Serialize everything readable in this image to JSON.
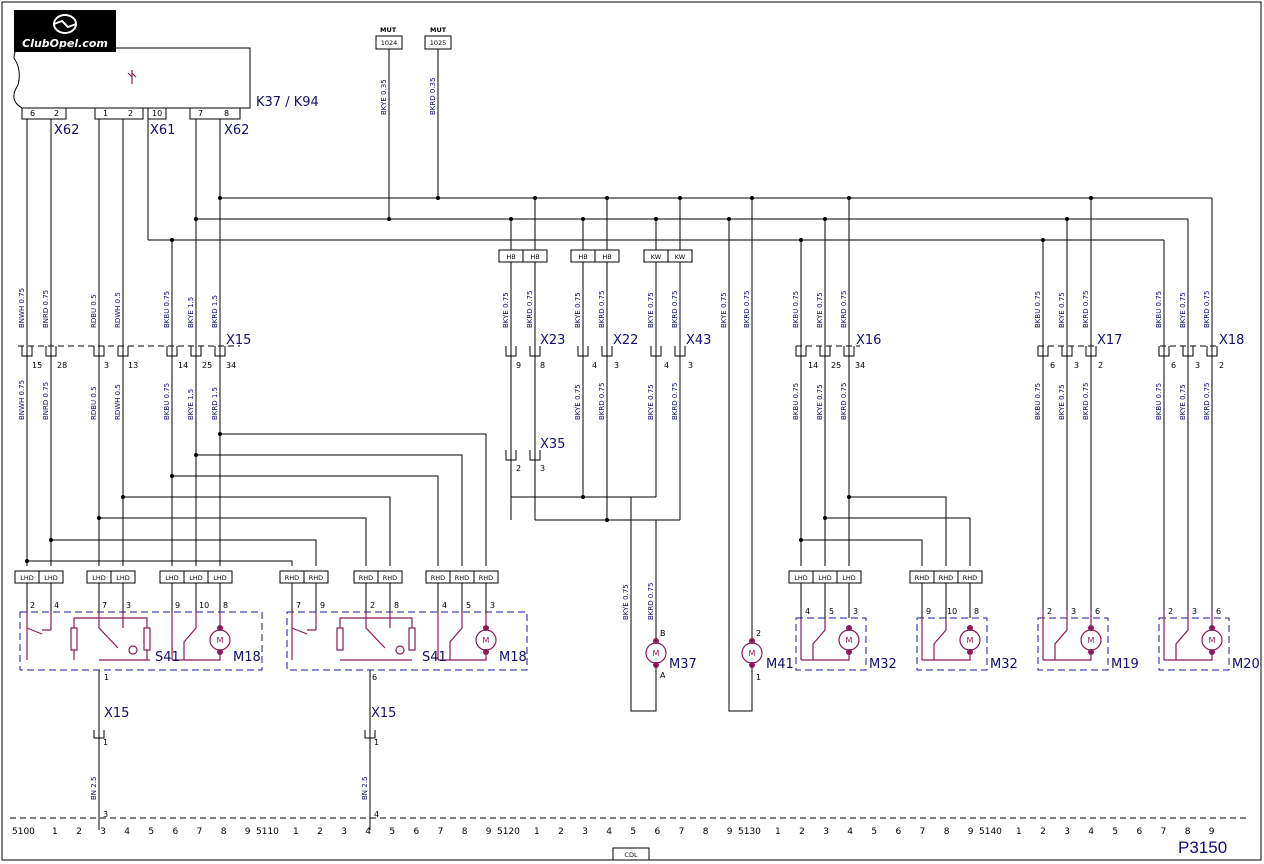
{
  "logo_text": "ClubOpel.com",
  "control_unit": {
    "id": "K37 / K94"
  },
  "connectors": {
    "x62": "X62",
    "x61": "X61",
    "x15": "X15",
    "x23": "X23",
    "x22": "X22",
    "x43": "X43",
    "x16": "X16",
    "x17": "X17",
    "x18": "X18",
    "x35": "X35"
  },
  "mut_refs": [
    {
      "title": "MUT",
      "value": "1024"
    },
    {
      "title": "MUT",
      "value": "1025"
    }
  ],
  "tags": {
    "lhd": "LHD",
    "rhd": "RHD",
    "hb": "HB",
    "kw": "KW"
  },
  "components": {
    "s41": "S41",
    "m18": "M18",
    "m37": "M37",
    "m41": "M41",
    "m32": "M32",
    "m19": "M19",
    "m20": "M20"
  },
  "wires": {
    "bkye035": "BKYE 0.35",
    "bkrd035": "BKRD 0.35",
    "bnwh075": "BNWH 0.75",
    "bnrd075": "BNRD 0.75",
    "rdbu05": "RDBU 0.5",
    "rdwh05": "RDWH 0.5",
    "bkbu075": "BKBU 0.75",
    "bkye15": "BKYE 1.5",
    "bkrd15": "BKRD 1.5",
    "bkye075": "BKYE 0.75",
    "bkrd075": "BKRD 0.75",
    "bn25": "BN 2.5"
  },
  "ruler": {
    "numbers": [
      "1",
      "2",
      "3",
      "4",
      "5",
      "6",
      "7",
      "8",
      "9"
    ],
    "blocks": [
      "5100",
      "5110",
      "5120",
      "5130",
      "5140"
    ]
  },
  "footer": {
    "cdl": "CDL",
    "page": "P3150"
  }
}
